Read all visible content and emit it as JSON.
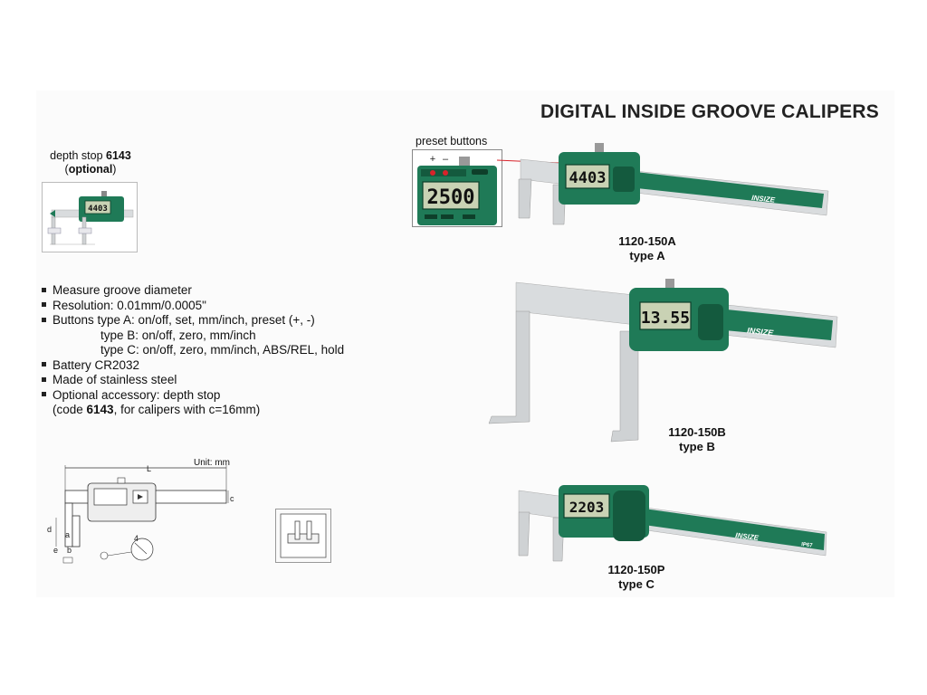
{
  "title": "DIGITAL INSIDE GROOVE CALIPERS",
  "depth_stop": {
    "prefix": "depth stop ",
    "code": "6143",
    "paren_open": "(",
    "optional": "optional",
    "paren_close": ")",
    "display_value": "4403"
  },
  "features": [
    "Measure groove diameter",
    "Resolution: 0.01mm/0.0005\"",
    "Buttons type A: on/off, set, mm/inch, preset (+, -)",
    "type B: on/off, zero, mm/inch",
    "type C: on/off, zero, mm/inch, ABS/REL, hold",
    "Battery CR2032",
    "Made of stainless steel",
    "Optional accessory: depth stop",
    "(code ",
    "6143",
    ", for calipers with c=16mm)"
  ],
  "preset": {
    "label": "preset buttons",
    "plus": "+",
    "minus": "–",
    "display_value": "2500"
  },
  "models": [
    {
      "code": "1120-150A",
      "type": "type A",
      "display_value": "4403"
    },
    {
      "code": "1120-150B",
      "type": "type B",
      "display_value": "13.55"
    },
    {
      "code": "1120-150P",
      "type": "type C",
      "display_value": "2203",
      "rating": "IP67"
    }
  ],
  "brand": "INSIZE",
  "drawing": {
    "unit_label": "Unit: mm",
    "dim_L": "L",
    "dim_c": "c",
    "dim_d": "d",
    "dim_a": "a",
    "dim_e": "e",
    "dim_b": "b",
    "dim_4": "4"
  },
  "colors": {
    "body_green": "#1f7a57",
    "body_green_dark": "#145a3e",
    "lcd": "#c9d2b4",
    "steel": "#d9dcde",
    "accent_red": "#d8232a"
  }
}
